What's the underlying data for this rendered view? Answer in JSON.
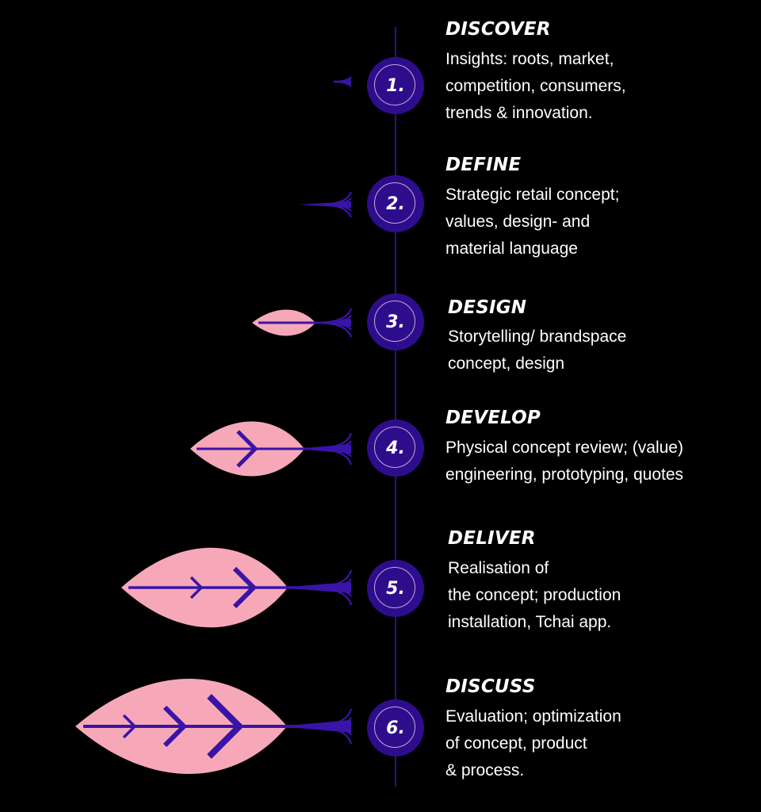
{
  "colors": {
    "background": "#000000",
    "badge": "#2e0d8c",
    "stem": "#3a14a8",
    "leaf": "#f7a8b8",
    "text": "#ffffff"
  },
  "steps": [
    {
      "number": "1.",
      "title": "DISCOVER",
      "lines": [
        "Insights: roots, market,",
        "competition, consumers,",
        "trends & innovation."
      ]
    },
    {
      "number": "2.",
      "title": "DEFINE",
      "lines": [
        "Strategic retail concept;",
        "values, design- and",
        "material language"
      ]
    },
    {
      "number": "3.",
      "title": "DESIGN",
      "lines": [
        "Storytelling/ brandspace",
        "concept, design"
      ]
    },
    {
      "number": "4.",
      "title": "DEVELOP",
      "lines": [
        "Physical concept review; (value)",
        "engineering, prototyping, quotes"
      ]
    },
    {
      "number": "5.",
      "title": "DELIVER",
      "lines": [
        "Realisation of",
        "the concept; production",
        "installation, Tchai app."
      ]
    },
    {
      "number": "6.",
      "title": "DISCUSS",
      "lines": [
        "Evaluation; optimization",
        "of concept, product",
        "& process."
      ]
    }
  ]
}
